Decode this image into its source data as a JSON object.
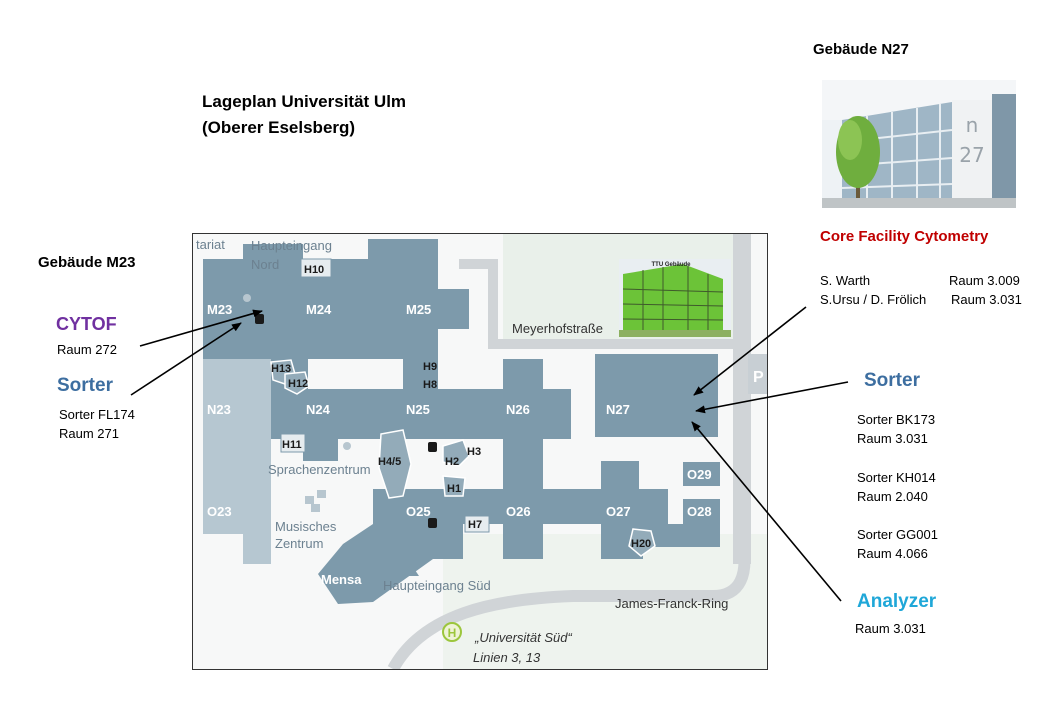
{
  "titles": {
    "plan_line1": "Lageplan Universität Ulm",
    "plan_line2": "(Oberer Eselsberg)",
    "building_n27": "Gebäude N27",
    "building_m23": "Gebäude M23"
  },
  "left_panel": {
    "cytof_heading": "CYTOF",
    "cytof_room": "Raum 272",
    "sorter_heading": "Sorter",
    "sorter_line1": "Sorter  FL174",
    "sorter_line2": "Raum 271"
  },
  "right_panel": {
    "facility_title": "Core Facility Cytometry",
    "contact1_name": "S. Warth",
    "contact1_room": "Raum 3.009",
    "contact2_name": "S.Ursu / D. Frölich",
    "contact2_room": "Raum 3.031",
    "sorter_heading": "Sorter",
    "sorters": [
      {
        "name": "Sorter  BK173",
        "room": "Raum 3.031"
      },
      {
        "name": "Sorter  KH014",
        "room": "Raum 2.040"
      },
      {
        "name": "Sorter  GG001",
        "room": "Raum 4.066"
      }
    ],
    "analyzer_heading": "Analyzer",
    "analyzer_room": "Raum 3.031"
  },
  "map": {
    "buildings": {
      "M23": "M23",
      "M24": "M24",
      "M25": "M25",
      "N23": "N23",
      "N24": "N24",
      "N25": "N25",
      "N26": "N26",
      "N27": "N27",
      "O23": "O23",
      "O25": "O25",
      "O26": "O26",
      "O27": "O27",
      "O28": "O28",
      "O29": "O29",
      "Mensa": "Mensa"
    },
    "halls": {
      "H10": "H10",
      "H13": "H13",
      "H12": "H12",
      "H9": "H9",
      "H8": "H8",
      "H11": "H11",
      "H45": "H4/5",
      "H2": "H2",
      "H3": "H3",
      "H1": "H1",
      "H7": "H7",
      "H20": "H20"
    },
    "labels": {
      "sekretariat": "tariat",
      "haupteingang_nord_1": "Haupteingang",
      "haupteingang_nord_2": "Nord",
      "meyerhofstrasse": "Meyerhofstraße",
      "sprachenzentrum": "Sprachenzentrum",
      "musisches_1": "Musisches",
      "musisches_2": "Zentrum",
      "haupteingang_sued": "Haupteingang Süd",
      "james_franck_ring": "James-Franck-Ring",
      "bus_stop_1": "„Universität Süd“",
      "bus_stop_2": "Linien 3, 13",
      "bus_symbol": "H",
      "parking": "P",
      "ttu_label": "TTU Gebäude"
    }
  },
  "colors": {
    "building": "#7d9aab",
    "building_light": "#b3c5d0",
    "road": "#cfd3d6",
    "green_area": "#e8efe8",
    "map_text": "#6c8190",
    "heading_blue": "#3d6ea0",
    "heading_purple": "#7030a0",
    "heading_cyan": "#1fa7d8",
    "heading_red": "#c00000"
  }
}
